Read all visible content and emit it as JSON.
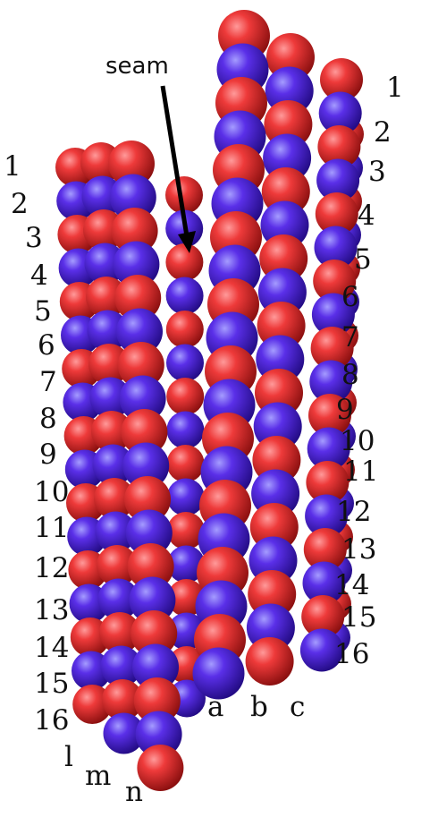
{
  "diagram": {
    "annotation": "seam",
    "colors": {
      "red_subunit": "#e2272b",
      "blue_subunit": "#4a20d8",
      "background": "#ffffff"
    },
    "left_rows": [
      "1",
      "2",
      "3",
      "4",
      "5",
      "6",
      "7",
      "8",
      "9",
      "10",
      "11",
      "12",
      "13",
      "14",
      "15",
      "16"
    ],
    "right_rows": [
      "1",
      "2",
      "3",
      "4",
      "5",
      "6",
      "7",
      "8",
      "9",
      "10",
      "11",
      "12",
      "13",
      "14",
      "15",
      "16"
    ],
    "left_columns": [
      "l",
      "m",
      "n"
    ],
    "right_columns": [
      "a",
      "b",
      "c"
    ]
  }
}
